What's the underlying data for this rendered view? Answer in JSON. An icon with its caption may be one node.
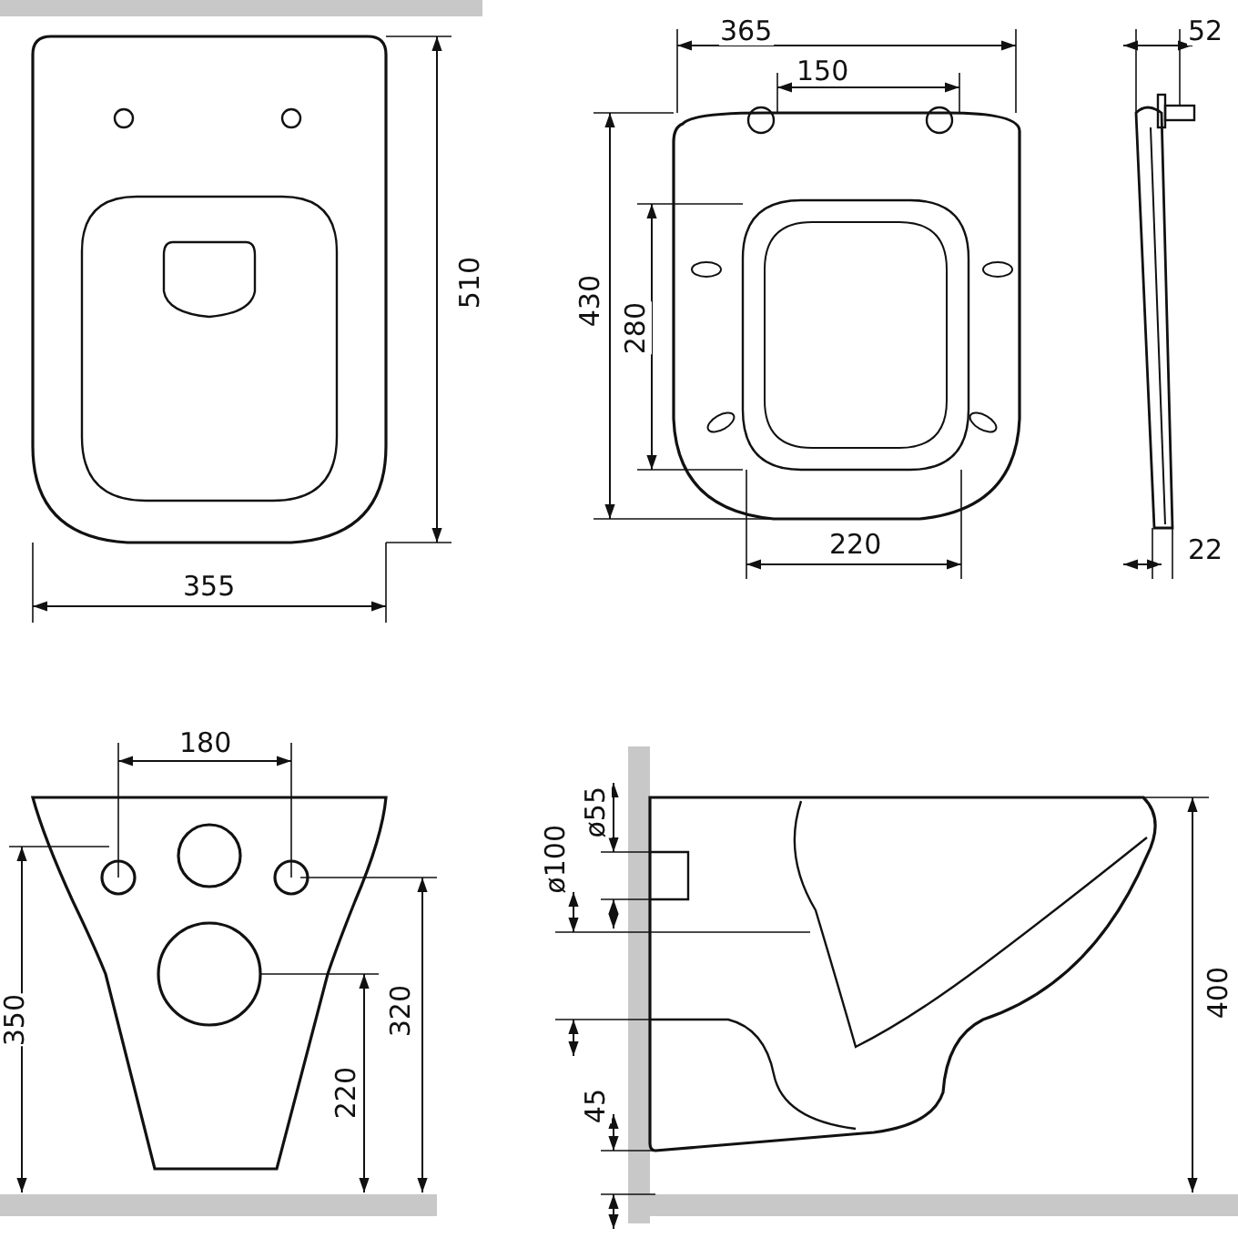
{
  "diagram": {
    "labels": [
      "365",
      "52",
      "150",
      "510",
      "430",
      "280",
      "355",
      "220",
      "22",
      "180",
      "ø55",
      "ø100",
      "400",
      "350",
      "320",
      "220",
      "45"
    ]
  }
}
